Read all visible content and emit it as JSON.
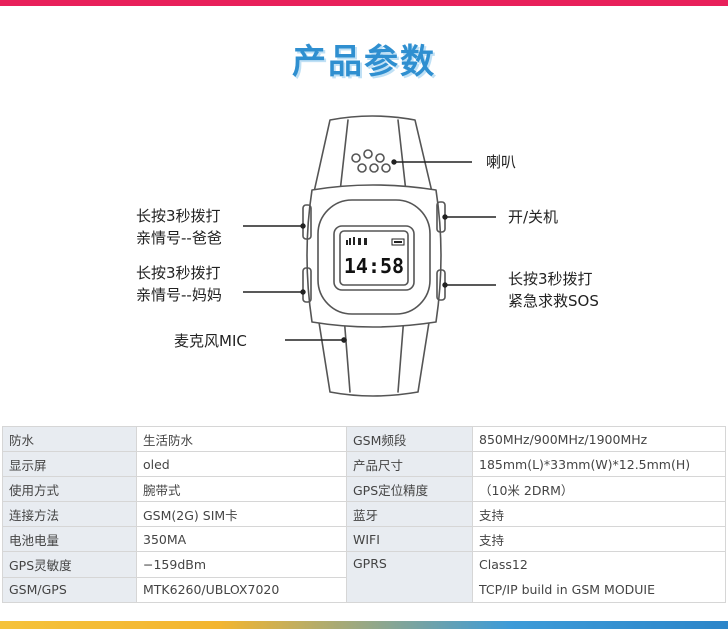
{
  "title": "产品参数",
  "callouts": {
    "speaker": "喇叭",
    "power": "开/关机",
    "dad_line1": "长按3秒拨打",
    "dad_line2": "亲情号--爸爸",
    "mom_line1": "长按3秒拨打",
    "mom_line2": "亲情号--妈妈",
    "sos_line1": "长按3秒拨打",
    "sos_line2": "紧急求救SOS",
    "mic": "麦克风MIC"
  },
  "screen_time": "14:58",
  "specs_left": [
    {
      "key": "防水",
      "value": "生活防水"
    },
    {
      "key": "显示屏",
      "value": "oled"
    },
    {
      "key": "使用方式",
      "value": "腕带式"
    },
    {
      "key": "连接方法",
      "value": "GSM(2G) SIM卡"
    },
    {
      "key": "电池电量",
      "value": "350MA"
    },
    {
      "key": "GPS灵敏度",
      "value": "−159dBm"
    },
    {
      "key": "GSM/GPS",
      "value": "MTK6260/UBLOX7020"
    }
  ],
  "specs_right": [
    {
      "key": "GSM频段",
      "value": "850MHz/900MHz/1900MHz"
    },
    {
      "key": "产品尺寸",
      "value": "185mm(L)*33mm(W)*12.5mm(H)"
    },
    {
      "key": "GPS定位精度",
      "value": "（10米 2DRM）"
    },
    {
      "key": "蓝牙",
      "value": "支持"
    },
    {
      "key": "WIFI",
      "value": "支持"
    },
    {
      "key": "GPRS",
      "value": "Class12",
      "value2": "TCP/IP build in GSM MODUIE"
    }
  ]
}
